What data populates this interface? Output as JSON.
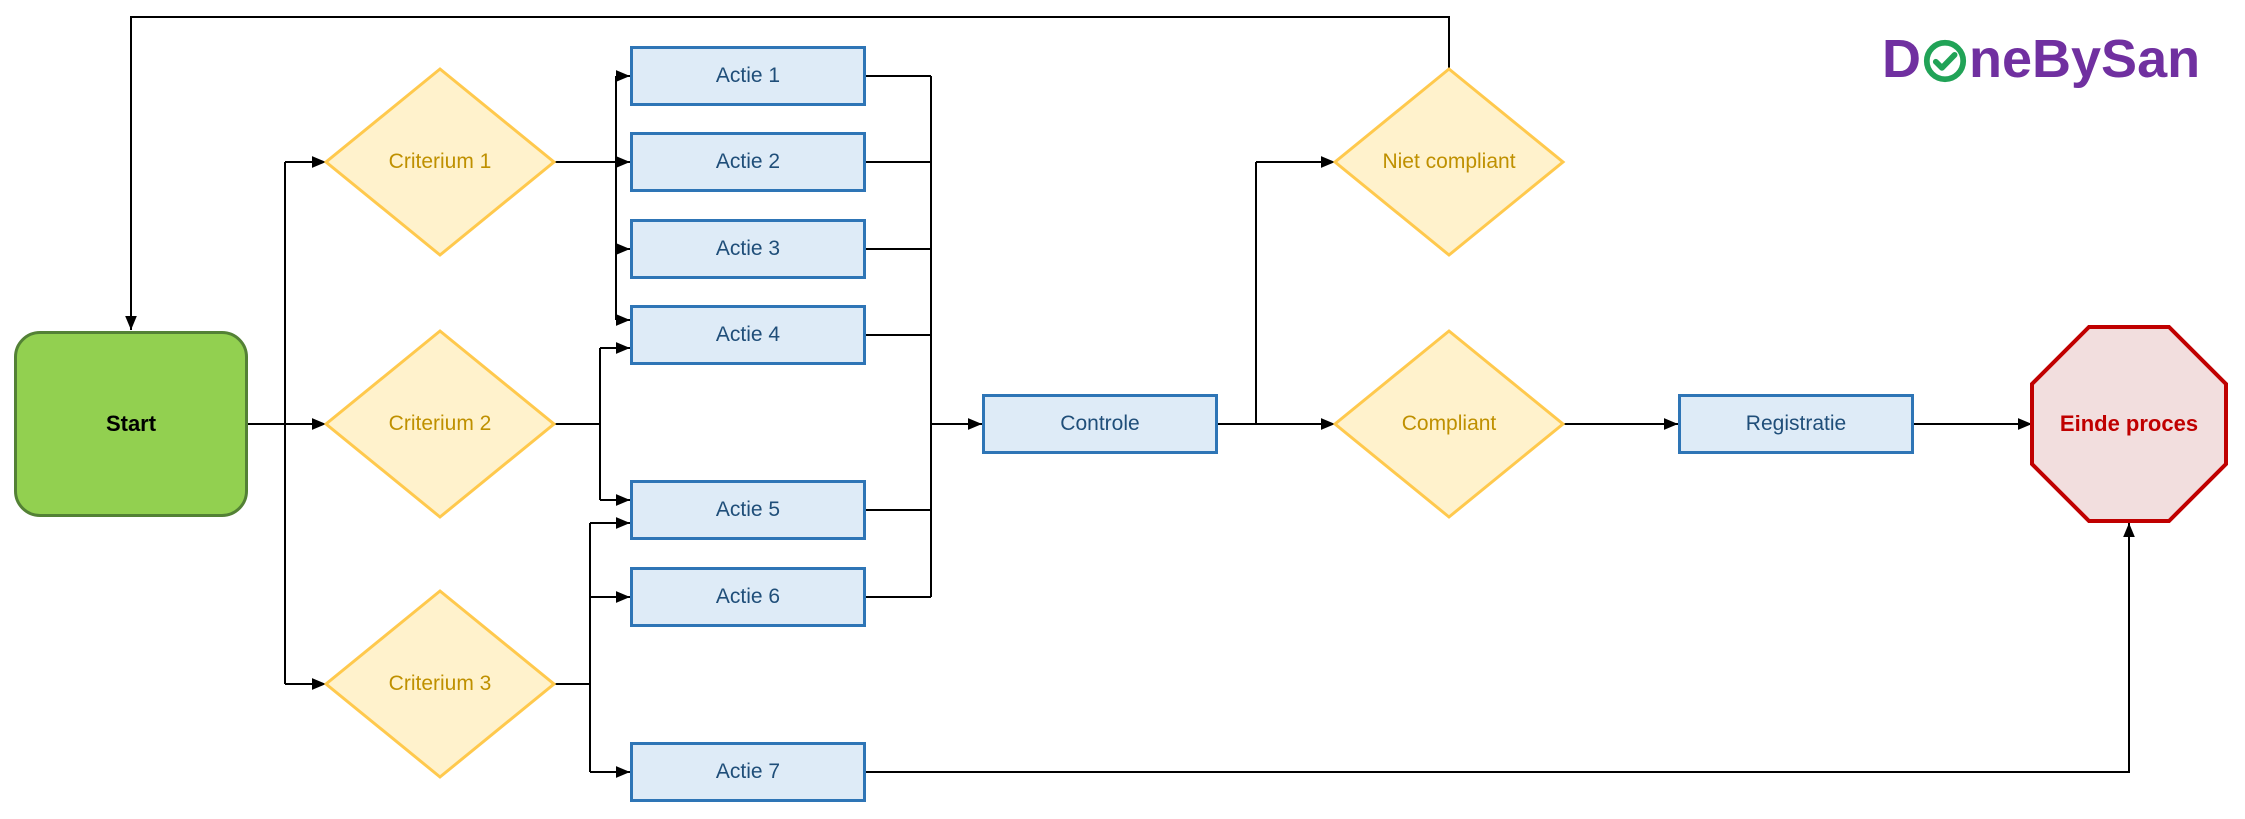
{
  "logo": {
    "prefix": "D",
    "suffix": "neBySan",
    "icon": "check-circle-icon"
  },
  "nodes": {
    "start": {
      "label": "Start",
      "type": "start"
    },
    "criterium1": {
      "label": "Criterium 1",
      "type": "decision"
    },
    "criterium2": {
      "label": "Criterium 2",
      "type": "decision"
    },
    "criterium3": {
      "label": "Criterium 3",
      "type": "decision"
    },
    "actie1": {
      "label": "Actie 1",
      "type": "process"
    },
    "actie2": {
      "label": "Actie 2",
      "type": "process"
    },
    "actie3": {
      "label": "Actie 3",
      "type": "process"
    },
    "actie4": {
      "label": "Actie 4",
      "type": "process"
    },
    "actie5": {
      "label": "Actie 5",
      "type": "process"
    },
    "actie6": {
      "label": "Actie 6",
      "type": "process"
    },
    "actie7": {
      "label": "Actie 7",
      "type": "process"
    },
    "controle": {
      "label": "Controle",
      "type": "process"
    },
    "niet_compliant": {
      "label": "Niet compliant",
      "type": "decision"
    },
    "compliant": {
      "label": "Compliant",
      "type": "decision"
    },
    "registratie": {
      "label": "Registratie",
      "type": "process"
    },
    "einde": {
      "label": "Einde proces",
      "type": "end"
    }
  },
  "edges": [
    {
      "from": "start",
      "to": "criterium1"
    },
    {
      "from": "start",
      "to": "criterium2"
    },
    {
      "from": "start",
      "to": "criterium3"
    },
    {
      "from": "criterium1",
      "to": "actie1"
    },
    {
      "from": "criterium1",
      "to": "actie2"
    },
    {
      "from": "criterium1",
      "to": "actie3"
    },
    {
      "from": "criterium1",
      "to": "actie4"
    },
    {
      "from": "criterium2",
      "to": "actie4"
    },
    {
      "from": "criterium2",
      "to": "actie5"
    },
    {
      "from": "criterium3",
      "to": "actie5"
    },
    {
      "from": "criterium3",
      "to": "actie6"
    },
    {
      "from": "criterium3",
      "to": "actie7"
    },
    {
      "from": "actie1",
      "to": "controle"
    },
    {
      "from": "actie2",
      "to": "controle"
    },
    {
      "from": "actie3",
      "to": "controle"
    },
    {
      "from": "actie4",
      "to": "controle"
    },
    {
      "from": "actie5",
      "to": "controle"
    },
    {
      "from": "actie6",
      "to": "controle"
    },
    {
      "from": "actie7",
      "to": "einde"
    },
    {
      "from": "controle",
      "to": "niet_compliant"
    },
    {
      "from": "controle",
      "to": "compliant"
    },
    {
      "from": "niet_compliant",
      "to": "start"
    },
    {
      "from": "compliant",
      "to": "registratie"
    },
    {
      "from": "registratie",
      "to": "einde"
    }
  ],
  "colors": {
    "start_fill": "#92D050",
    "start_border": "#538135",
    "decision_fill": "#FFF2CC",
    "decision_border": "#FFC94D",
    "decision_text": "#BF9000",
    "process_fill": "#DEEBF7",
    "process_border": "#2E75B6",
    "process_text": "#1F4E79",
    "end_fill": "#F2DEDE",
    "end_border": "#C00000",
    "end_text": "#C00000",
    "connector": "#000000",
    "logo_text": "#7030A0",
    "logo_check": "#21A357"
  }
}
